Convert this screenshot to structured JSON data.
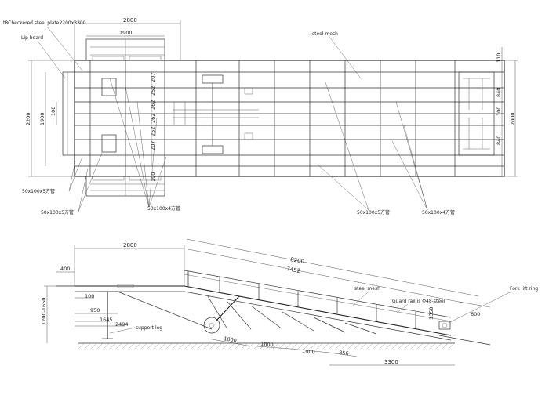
{
  "plan": {
    "labels": {
      "checkered_plate": "t8Checkered steel plate2200x3300",
      "lip_board": "Lip board",
      "steel_mesh": "steel mesh",
      "tube_50x100x5_left": "50x100x5方管",
      "tube_50x100x5_left2": "50x100x5方管",
      "tube_50x100x4_mid": "50x100x4方管",
      "tube_50x100x5_right": "50x100x5方管",
      "tube_50x100x4_right": "50x100x4方管"
    },
    "dims": {
      "top_2800": "2800",
      "inner_1900": "1900",
      "left_2200": "2200",
      "left_1900": "1900",
      "left_100": "100",
      "small_100": "100",
      "col_207a": "207",
      "col_252a": "252",
      "col_262a": "262",
      "col_262b": "262",
      "col_252b": "252",
      "col_207b": "207",
      "right_110": "110",
      "right_840a": "840",
      "right_100": "100",
      "right_840b": "840",
      "right_2000": "2000"
    }
  },
  "elevation": {
    "labels": {
      "steel_mesh": "steel mesh",
      "guard_rail": "Guard rail is Φ48-steel",
      "fork_lift_ring": "Fork lift ring",
      "support_leg": "support leg"
    },
    "dims": {
      "top_2800": "2800",
      "slope_8200": "8200",
      "slope_7452": "7452",
      "left_400": "400",
      "height_range": "1200-1650",
      "d_100": "100",
      "d_950": "950",
      "d_1645": "1645",
      "d_2494": "2494",
      "b_1000a": "1000",
      "b_1000b": "1000",
      "b_1000c": "1000",
      "b_856": "856",
      "b_3300": "3300",
      "r_600": "600",
      "r_1350": "1350"
    }
  }
}
